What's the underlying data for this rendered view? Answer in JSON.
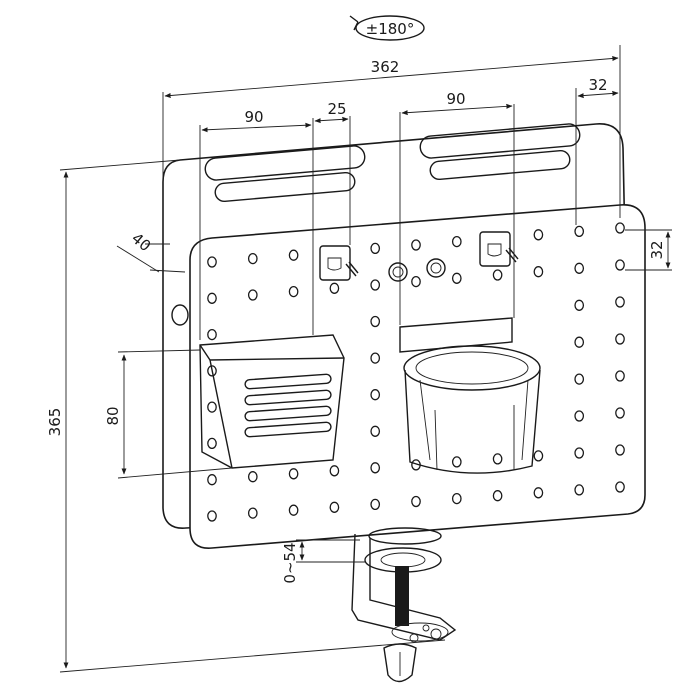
{
  "diagram": {
    "rotation_label": "±180°",
    "dimensions": {
      "overall_width": "362",
      "left_cup_width": "90",
      "hook_offset": "25",
      "right_holder_width": "90",
      "edge_offset": "32",
      "hole_pitch": "32",
      "overall_height": "365",
      "cup_height": "80",
      "board_thickness": "40",
      "clamp_range": "0~54"
    }
  }
}
